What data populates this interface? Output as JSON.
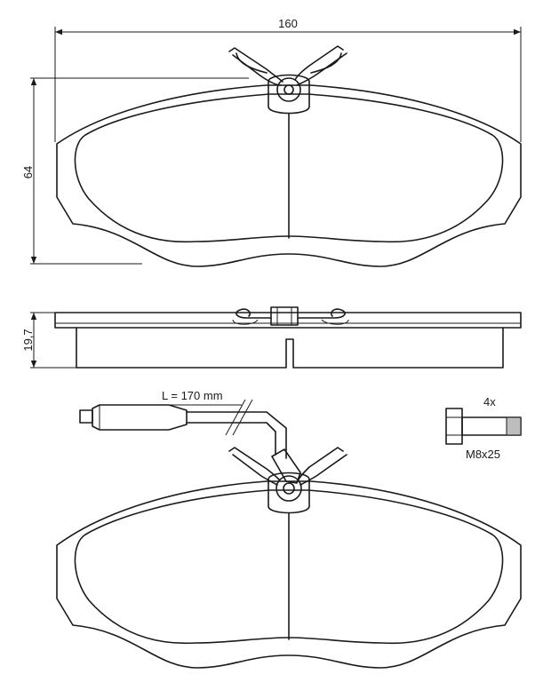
{
  "dimensions": {
    "width": "160",
    "height": "64",
    "thickness": "19,7"
  },
  "sensor": {
    "length_label": "L = 170 mm"
  },
  "bolt": {
    "quantity": "4x",
    "size": "M8x25"
  },
  "colors": {
    "line": "#1a1a1a",
    "background": "#ffffff",
    "thread_hatch": "#bdbdbd"
  }
}
